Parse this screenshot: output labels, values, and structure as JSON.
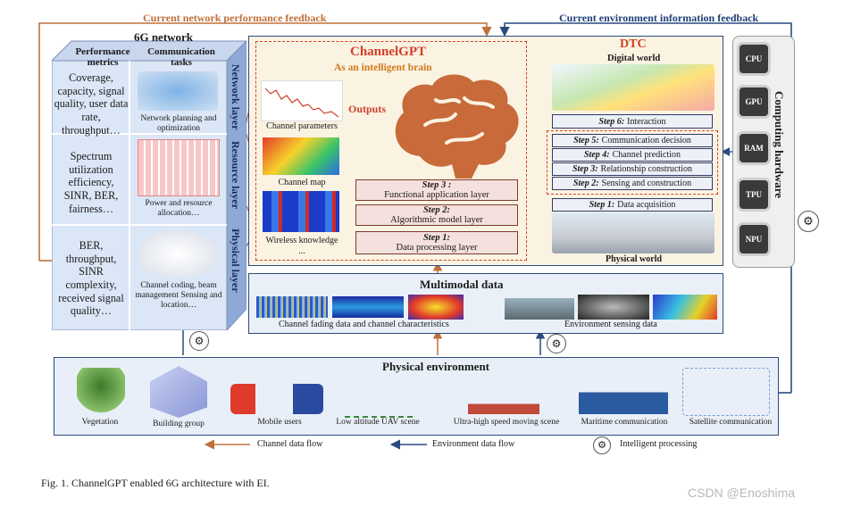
{
  "feedback": {
    "network": "Current network performance feedback",
    "environment": "Current environment information feedback"
  },
  "network6g": {
    "title": "6G network",
    "col_metrics": "Performance metrics",
    "col_tasks": "Communication tasks",
    "layers": [
      {
        "name": "Network layer",
        "metrics": "Coverage, capacity, signal quality, user data rate, throughput…",
        "task": "Network planning and optimization"
      },
      {
        "name": "Resource layer",
        "metrics": "Spectrum utilization efficiency, SINR, BER, fairness…",
        "task": "Power and resource allocation…"
      },
      {
        "name": "Physical layer",
        "metrics": "BER, throughput, SINR complexity, received signal quality…",
        "task": "Channel coding, beam management Sensing and location…"
      }
    ]
  },
  "channelgpt": {
    "title": "ChannelGPT",
    "subtitle": "As an intelligent brain",
    "outputs_label": "Outputs",
    "outputs": [
      "Channel parameters",
      "Channel map",
      "Wireless knowledge",
      "..."
    ],
    "steps": [
      {
        "step": "Step 3 :",
        "name": "Functional application layer"
      },
      {
        "step": "Step 2:",
        "name": "Algorithmic model layer"
      },
      {
        "step": "Step 1:",
        "name": "Data processing layer"
      }
    ]
  },
  "dtc": {
    "title": "DTC",
    "digital_world": "Digital world",
    "physical_world": "Physical world",
    "steps": [
      {
        "step": "Step 6:",
        "name": "Interaction"
      },
      {
        "step": "Step 5:",
        "name": "Communication decision"
      },
      {
        "step": "Step 4:",
        "name": "Channel prediction"
      },
      {
        "step": "Step 3:",
        "name": "Relationship construction"
      },
      {
        "step": "Step 2:",
        "name": "Sensing and construction"
      },
      {
        "step": "Step 1:",
        "name": "Data acquisition"
      }
    ]
  },
  "computing": {
    "title": "Computing hardware",
    "chips": [
      "CPU",
      "GPU",
      "RAM",
      "TPU",
      "NPU"
    ]
  },
  "multimodal": {
    "title": "Multimodal data",
    "channel_caption": "Channel fading data and channel characteristics",
    "env_caption": "Environment sensing data"
  },
  "physical_env": {
    "title": "Physical environment",
    "items": [
      "Vegetation",
      "Building group",
      "Mobile users",
      "Low altitude UAV scene",
      "Ultra-high speed moving scene",
      "Maritime communication",
      "Satellite communication"
    ]
  },
  "legend": {
    "channel_flow": "Channel data flow",
    "env_flow": "Environment data flow",
    "intelligent": "Intelligent processing"
  },
  "caption": "Fig. 1.  ChannelGPT enabled 6G architecture with EI.",
  "watermark": "CSDN @Enoshima",
  "colors": {
    "channel_flow": "#c0703a",
    "env_flow": "#2a4a80",
    "dtc_bg": "#fbf3e2",
    "channel_red": "#d0412a"
  }
}
